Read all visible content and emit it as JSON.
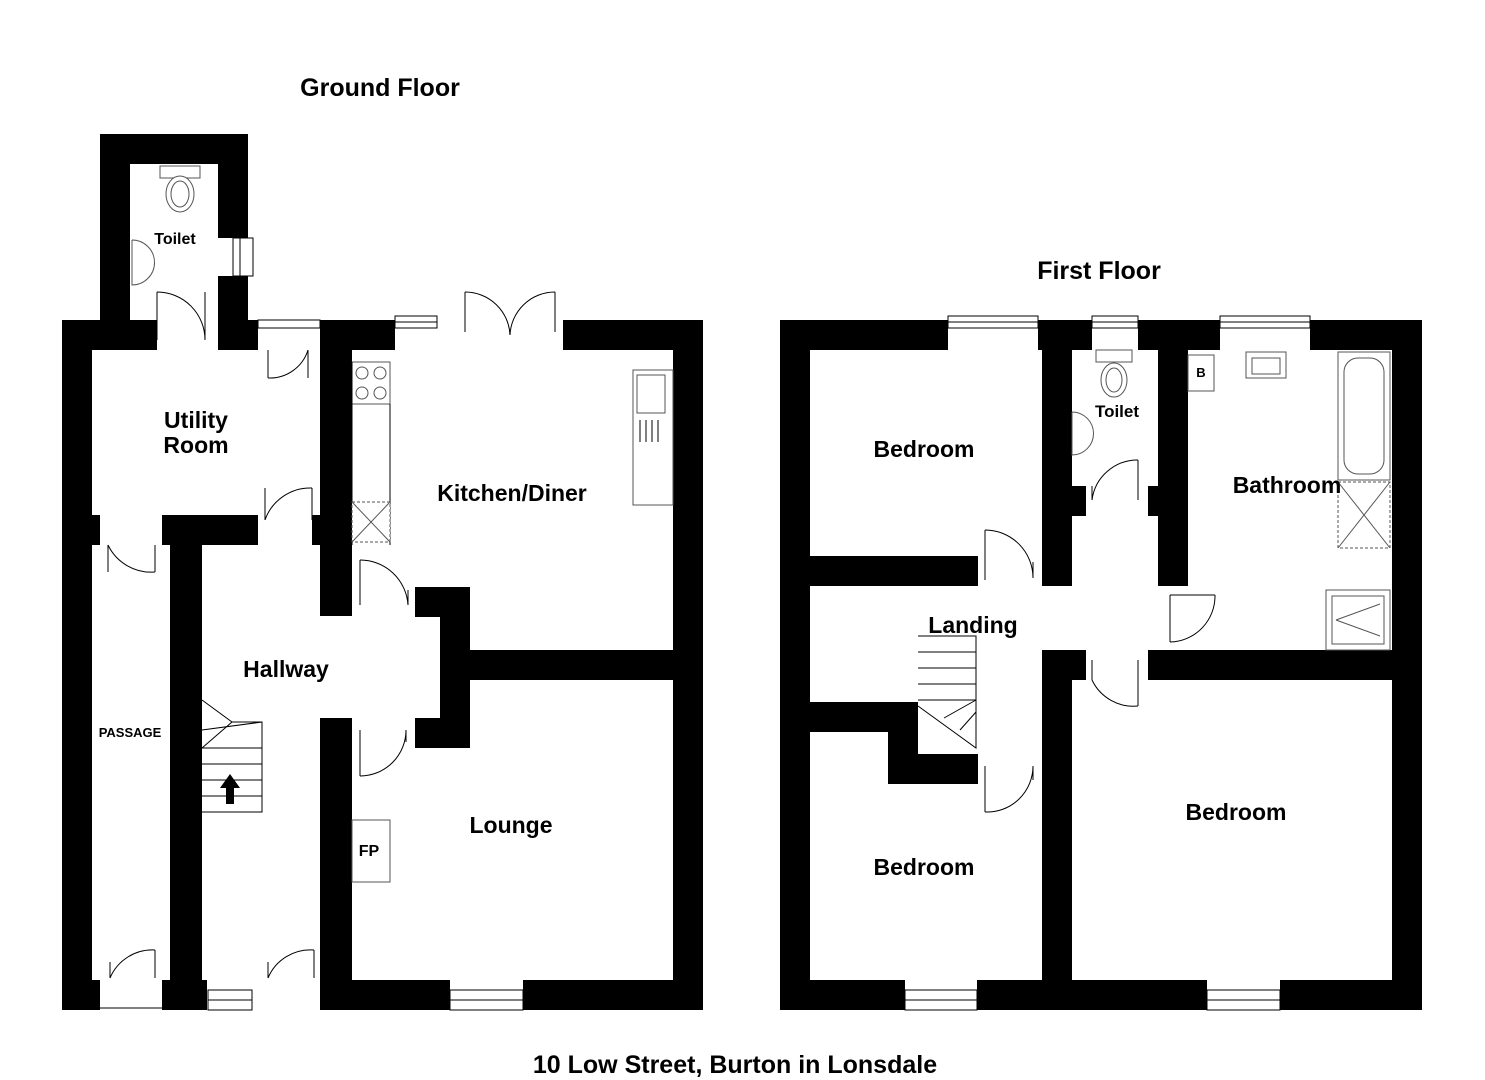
{
  "floors": {
    "ground": {
      "title": "Ground Floor",
      "rooms": {
        "toilet": "Toilet",
        "utility_line1": "Utility",
        "utility_line2": "Room",
        "kitchen": "Kitchen/Diner",
        "hallway": "Hallway",
        "passage": "PASSAGE",
        "lounge": "Lounge",
        "fireplace": "FP"
      }
    },
    "first": {
      "title": "First Floor",
      "rooms": {
        "bedroom_top_left": "Bedroom",
        "toilet": "Toilet",
        "boiler": "B",
        "bathroom": "Bathroom",
        "landing": "Landing",
        "bedroom_bottom_left": "Bedroom",
        "bedroom_bottom_right": "Bedroom"
      }
    }
  },
  "address": "10 Low Street, Burton in Lonsdale",
  "colors": {
    "wall": "#000000",
    "background": "#ffffff",
    "fixture": "#555555"
  }
}
